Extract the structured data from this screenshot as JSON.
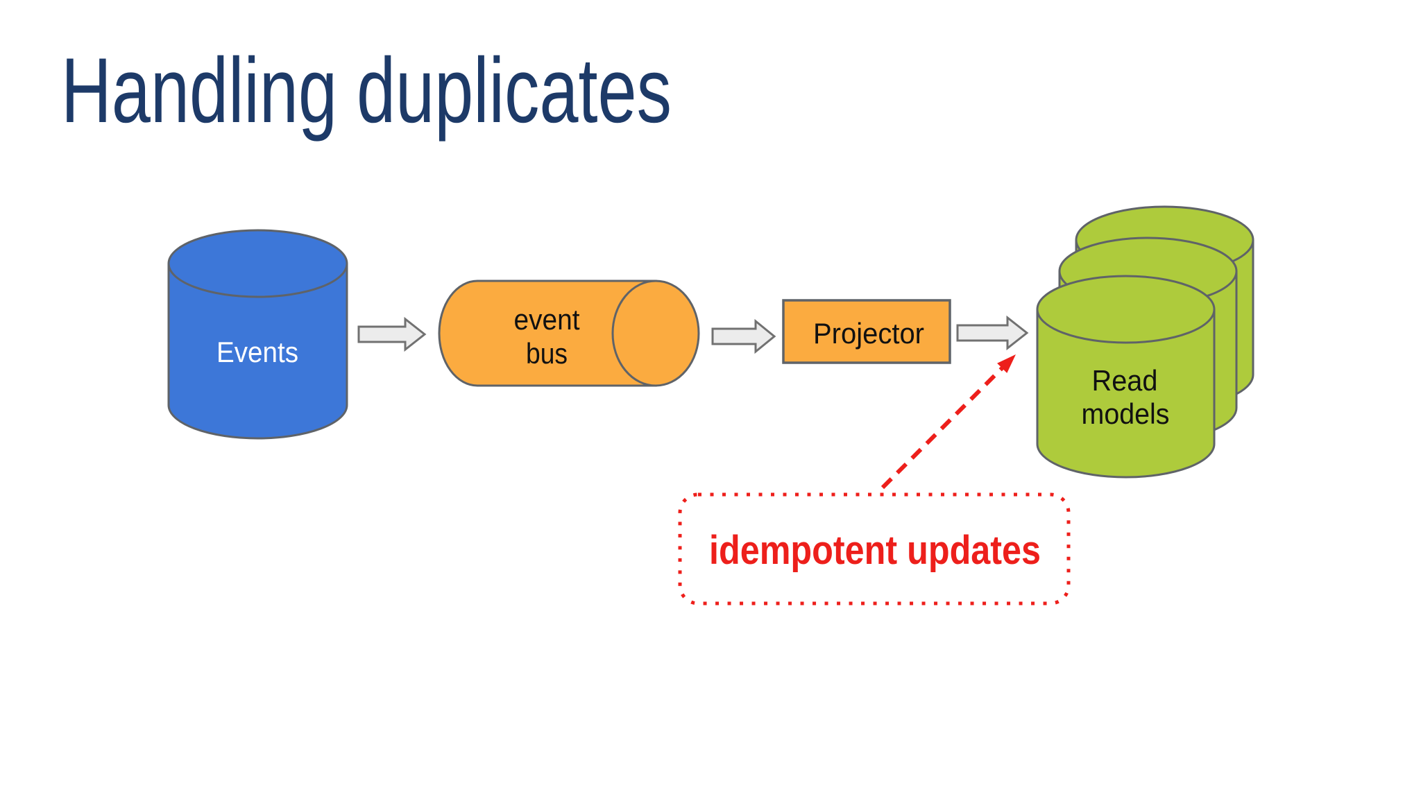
{
  "slide": {
    "title": "Handling duplicates",
    "diagram": {
      "events_label": "Events",
      "event_bus_line1": "event",
      "event_bus_line2": "bus",
      "projector_label": "Projector",
      "read_models_line1": "Read",
      "read_models_line2": "models",
      "annotation_label": "idempotent updates"
    },
    "colors": {
      "title_navy": "#1d3a68",
      "events_blue": "#3d77d8",
      "bus_orange": "#fbab40",
      "projector_orange": "#fbab40",
      "read_models_green": "#aecb3c",
      "annotation_red": "#ed1f1b",
      "shape_stroke_gray": "#5f6368",
      "arrow_fill_gray": "#ececec",
      "arrow_stroke_gray": "#717171"
    }
  }
}
